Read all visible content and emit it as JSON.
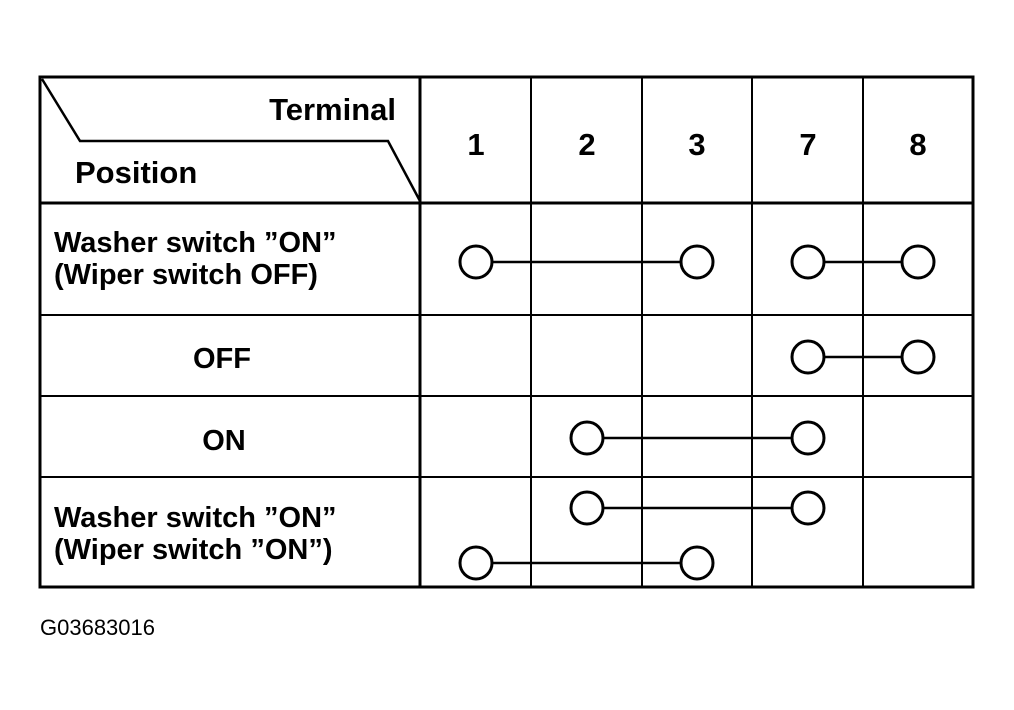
{
  "header": {
    "terminal_label": "Terminal",
    "position_label": "Position",
    "terminals": [
      "1",
      "2",
      "3",
      "7",
      "8"
    ]
  },
  "rows": [
    {
      "label_lines": [
        "Washer switch ”ON”",
        "(Wiper switch OFF)"
      ],
      "connections": [
        [
          "1",
          "3"
        ],
        [
          "7",
          "8"
        ]
      ]
    },
    {
      "label_lines": [
        "OFF"
      ],
      "connections": [
        [
          "7",
          "8"
        ]
      ]
    },
    {
      "label_lines": [
        "ON"
      ],
      "connections": [
        [
          "2",
          "7"
        ]
      ]
    },
    {
      "label_lines": [
        "Washer switch ”ON”",
        "(Wiper switch ”ON”)"
      ],
      "connections": [
        [
          "2",
          "7"
        ],
        [
          "1",
          "3"
        ]
      ]
    }
  ],
  "figure_id": "G03683016"
}
